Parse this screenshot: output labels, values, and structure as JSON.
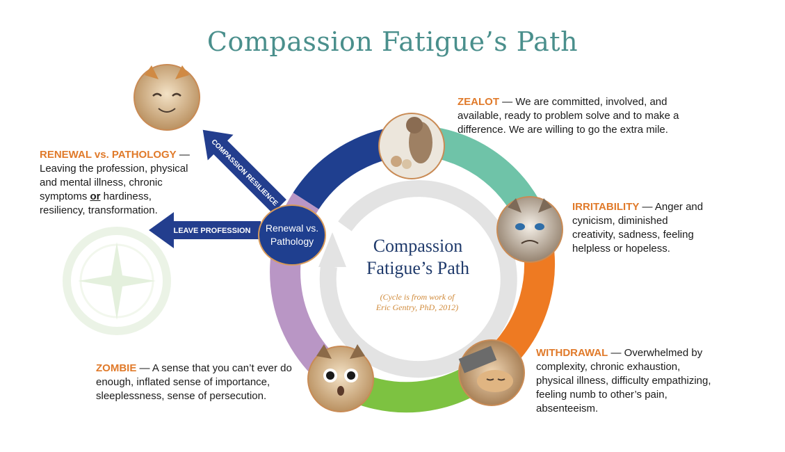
{
  "title": "Compassion Fatigue’s Path",
  "center": {
    "line1": "Compassion",
    "line2": "Fatigue’s Path",
    "note1": "(Cycle is from work of",
    "note2": "Eric Gentry, PhD, 2012)"
  },
  "node": {
    "line1": "Renewal vs.",
    "line2": "Pathology"
  },
  "arrows": {
    "resilience": "COMPASSION RESILIENCE",
    "leave": "LEAVE PROFESSION"
  },
  "stages": {
    "zealot": {
      "key": "ZEALOT",
      "l1": " — We are committed, involved, and",
      "l2": "available, ready to problem solve and to make a",
      "l3": "difference. We are willing to go the extra mile."
    },
    "irritability": {
      "key": "IRRITABILITY",
      "l1": " — Anger and",
      "l2": "cynicism, diminished",
      "l3": "creativity, sadness, feeling",
      "l4": "helpless or hopeless."
    },
    "withdrawal": {
      "key": "WITHDRAWAL",
      "l1": " — Overwhelmed by",
      "l2": "complexity, chronic exhaustion,",
      "l3": "physical illness, difficulty empathizing,",
      "l4": "feeling numb to other’s pain,",
      "l5": "absenteeism."
    },
    "zombie": {
      "key": "ZOMBIE",
      "l1": " — A sense that you can’t ever do",
      "l2": "enough, inflated sense of importance,",
      "l3": "sleeplessness, sense of persecution."
    },
    "renewal": {
      "key": "RENEWAL vs. PATHOLOGY",
      "l1": " —",
      "l2": "Leaving the profession, physical",
      "l3": "and mental illness, chronic",
      "l4a": "symptoms ",
      "l4b": "or",
      "l4c": " hardiness,",
      "l5": "resiliency, transformation."
    }
  },
  "colors": {
    "title": "#4a8f8c",
    "keyword": "#e07a2a",
    "ring_blue": "#1f3f8f",
    "ring_teal": "#6fc3a8",
    "ring_orange": "#ee7a22",
    "ring_green": "#7dc241",
    "ring_purple": "#b996c5",
    "inner_ring": "#e3e3e3"
  },
  "photos": [
    "zealot-cats-photo",
    "grumpy-cat-photo",
    "sleeping-cat-photo",
    "shocked-cat-photo",
    "happy-cat-photo"
  ]
}
